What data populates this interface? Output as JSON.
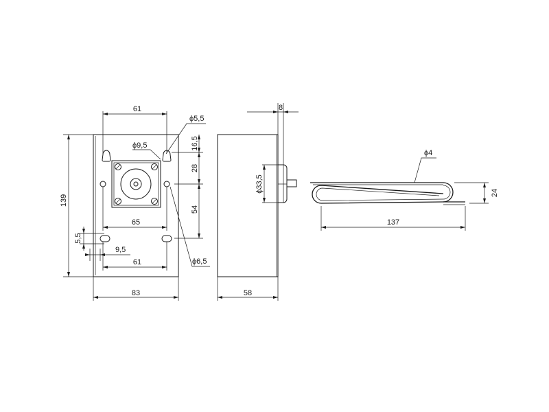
{
  "dimensions": {
    "top_hole_spacing": "61",
    "top_hole_dia": "5,5",
    "connector_hole_dia": "9,5",
    "top_offset": "16,5",
    "upper_pitch": "28",
    "lower_pitch": "54",
    "connector_width": "65",
    "slot_height": "5,5",
    "slot_width": "9,5",
    "bottom_hole_spacing": "61",
    "lower_hole_dia": "6,5",
    "overall_height": "139",
    "overall_width": "83",
    "depth": "58",
    "flange_thickness": "8",
    "flange_dia": "33,5",
    "rod_dia": "4",
    "element_length": "137",
    "element_height": "24"
  },
  "symbols": {
    "diameter": "ϕ"
  },
  "colors": {
    "line": "#1a1a1a",
    "background": "#ffffff"
  }
}
